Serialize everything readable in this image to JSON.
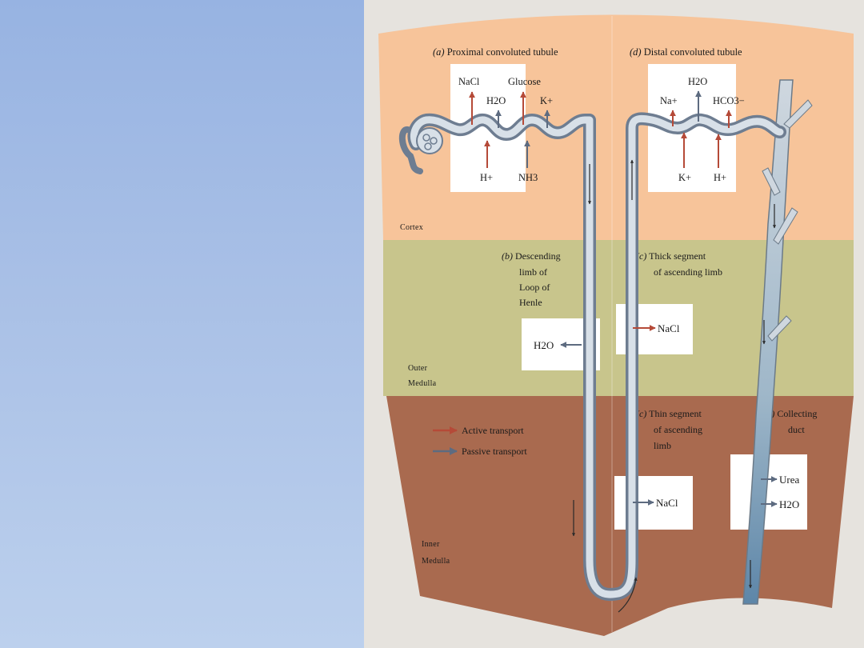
{
  "regions": {
    "cortex": "Cortex",
    "outer_medulla": [
      "Outer",
      "Medulla"
    ],
    "inner_medulla": [
      "Inner",
      "Medulla"
    ]
  },
  "segments": {
    "a": {
      "letter": "(a)",
      "title": "Proximal convoluted tubule"
    },
    "b": {
      "letter": "(b)",
      "title": [
        "Descending",
        "limb of",
        "Loop of",
        "Henle"
      ]
    },
    "c_thick": {
      "letter": "(c)",
      "title": [
        "Thick segment",
        "of ascending limb"
      ]
    },
    "c_thin": {
      "letter": "(c)",
      "title": [
        "Thin segment",
        "of ascending",
        "limb"
      ]
    },
    "d": {
      "letter": "(d)",
      "title": "Distal convoluted tubule"
    },
    "e": {
      "letter": "(e)",
      "title": [
        "Collecting",
        "duct"
      ]
    }
  },
  "boxes": {
    "proximal": {
      "top": [
        "NaCl",
        "Glucose"
      ],
      "mid": [
        "H2O",
        "K+"
      ],
      "bottom": [
        "H+",
        "NH3"
      ]
    },
    "distal": {
      "top": [
        "H2O"
      ],
      "mid": [
        "Na+",
        "HCO3−"
      ],
      "bottom": [
        "K+",
        "H+"
      ]
    },
    "descending": {
      "label": "H2O"
    },
    "thick": {
      "label": "NaCl"
    },
    "thin": {
      "label": "NaCl"
    },
    "collecting": {
      "labels": [
        "Urea",
        "H2O"
      ]
    }
  },
  "legend": {
    "active": "Active transport",
    "passive": "Passive transport"
  },
  "colors": {
    "active": "#b54a38",
    "passive": "#6f7f95",
    "cortex": "#f7c49a",
    "outer_medulla": "#c8c58c",
    "inner_medulla": "#a96a4f"
  }
}
